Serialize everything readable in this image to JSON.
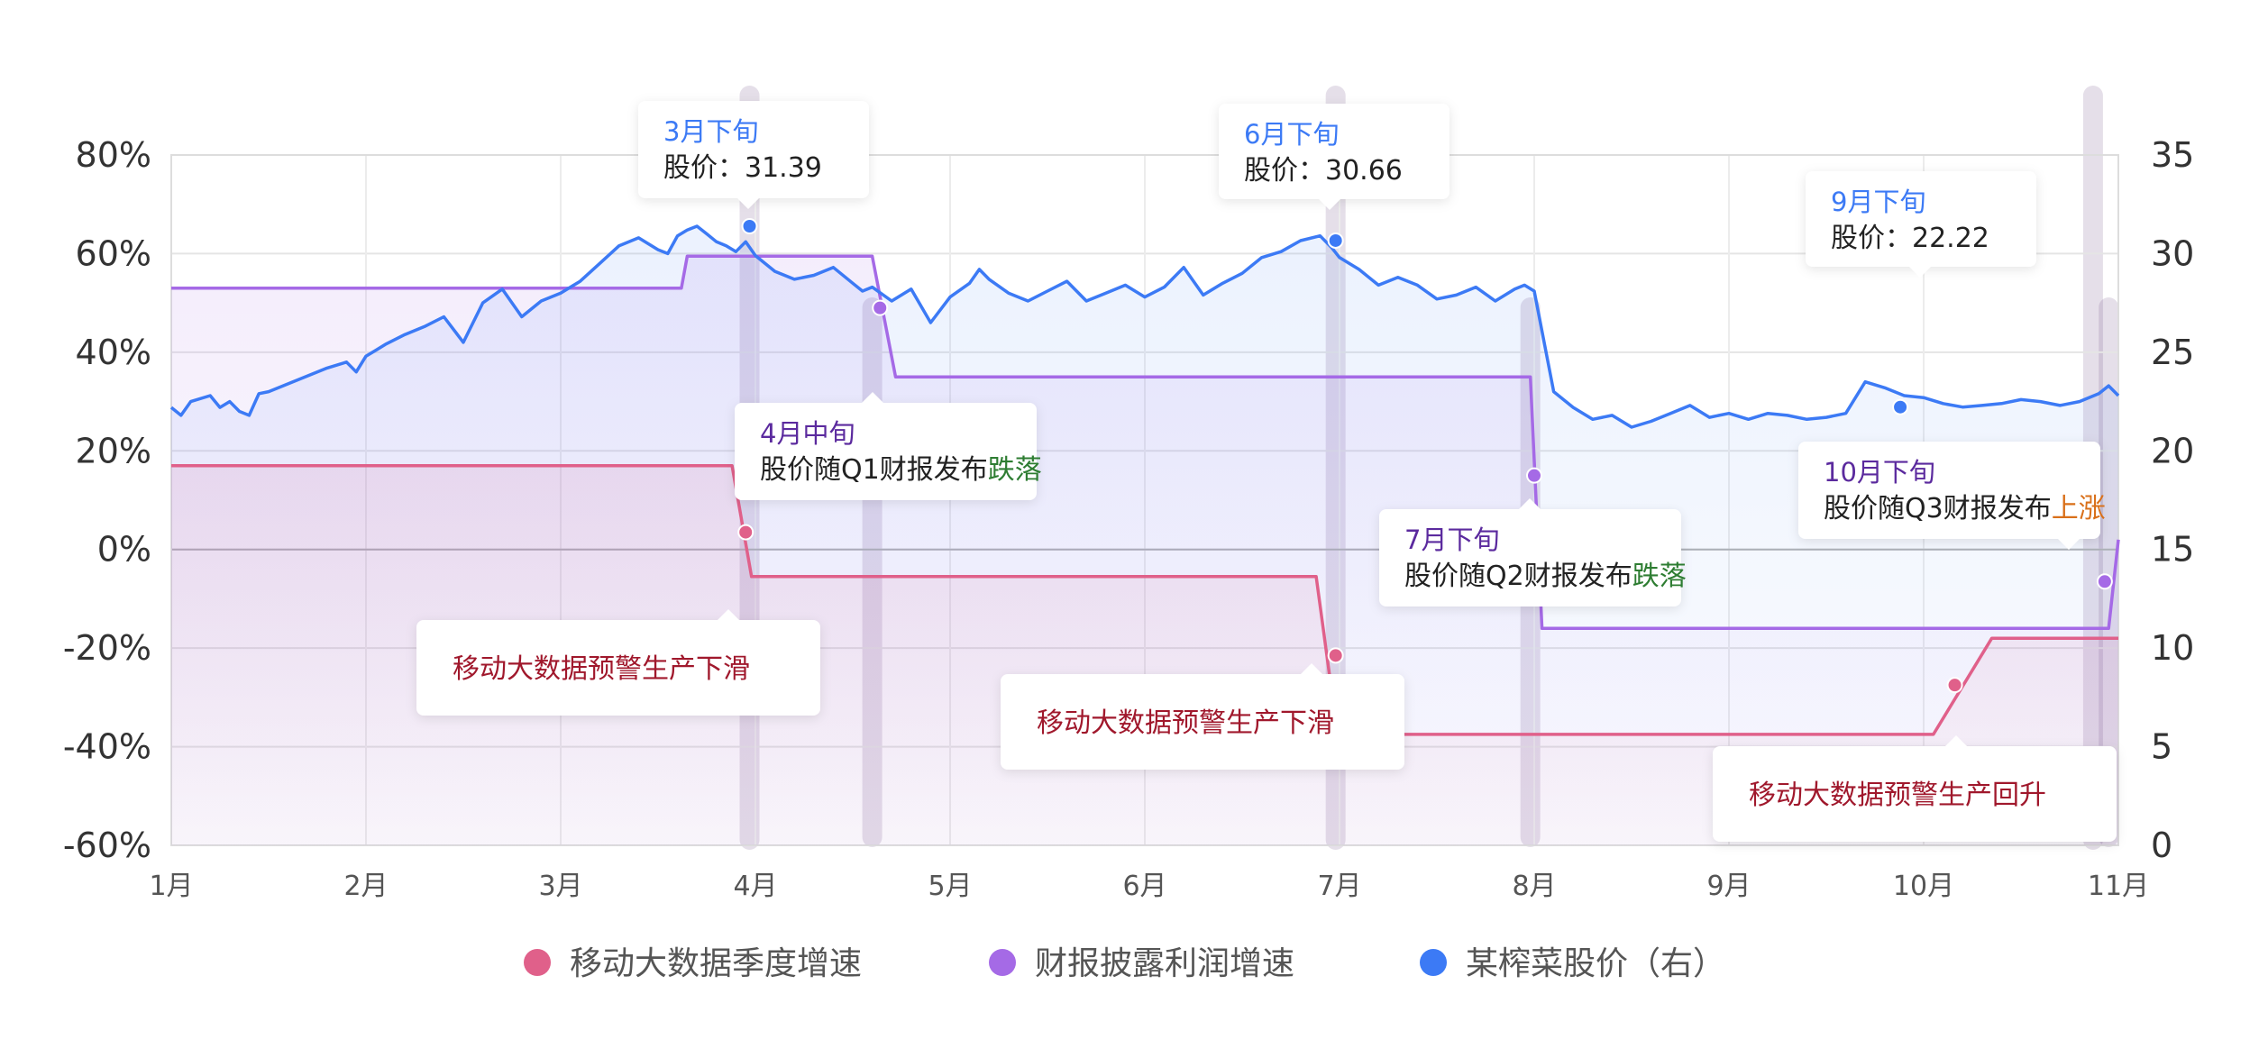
{
  "chart_data": {
    "type": "line",
    "x_ticks": [
      "1月",
      "2月",
      "3月",
      "4月",
      "5月",
      "6月",
      "7月",
      "8月",
      "9月",
      "10月",
      "11月"
    ],
    "y_left": {
      "ticks": [
        "80%",
        "60%",
        "40%",
        "20%",
        "0%",
        "-20%",
        "-40%",
        "-60%"
      ],
      "range": [
        -60,
        80
      ],
      "unit": "%"
    },
    "y_right": {
      "ticks": [
        "35",
        "30",
        "25",
        "20",
        "15",
        "10",
        "5",
        "0"
      ],
      "range": [
        0,
        35
      ]
    },
    "grid": true,
    "legend": {
      "position": "bottom",
      "items": [
        {
          "label": "移动大数据季度增速",
          "color": "#e0608a"
        },
        {
          "label": "财报披露利润增速",
          "color": "#a56ae6"
        },
        {
          "label": "某榨菜股价（右）",
          "color": "#3c7af5"
        }
      ]
    },
    "series": [
      {
        "name": "移动大数据季度增速",
        "axis": "left",
        "color": "#e0608a",
        "x": [
          0,
          2.88,
          2.98,
          5.88,
          5.99,
          9.05,
          9.35,
          10.0
        ],
        "y": [
          17,
          17,
          -5.5,
          -5.5,
          -37.5,
          -37.5,
          -18,
          -18
        ]
      },
      {
        "name": "财报披露利润增速",
        "axis": "left",
        "color": "#a56ae6",
        "x": [
          0,
          2.62,
          2.65,
          3.6,
          3.72,
          6.98,
          7.04,
          9.95,
          10.0
        ],
        "y": [
          53,
          53,
          59.5,
          59.5,
          35,
          35,
          -16,
          -16,
          2
        ]
      },
      {
        "name": "某榨菜股价（右）",
        "axis": "right",
        "color": "#3c7af5",
        "x": [
          0,
          0.05,
          0.1,
          0.2,
          0.25,
          0.3,
          0.35,
          0.4,
          0.45,
          0.5,
          0.55,
          0.6,
          0.7,
          0.8,
          0.9,
          0.95,
          1.0,
          1.05,
          1.1,
          1.2,
          1.3,
          1.4,
          1.5,
          1.6,
          1.7,
          1.8,
          1.9,
          2.0,
          2.1,
          2.2,
          2.3,
          2.4,
          2.5,
          2.55,
          2.6,
          2.65,
          2.7,
          2.75,
          2.8,
          2.85,
          2.9,
          2.95,
          3.0,
          3.1,
          3.2,
          3.3,
          3.4,
          3.5,
          3.55,
          3.6,
          3.7,
          3.8,
          3.9,
          4.0,
          4.1,
          4.15,
          4.2,
          4.3,
          4.4,
          4.5,
          4.6,
          4.7,
          4.8,
          4.9,
          5.0,
          5.1,
          5.2,
          5.3,
          5.4,
          5.5,
          5.6,
          5.7,
          5.8,
          5.9,
          5.96,
          6.0,
          6.1,
          6.2,
          6.3,
          6.4,
          6.5,
          6.6,
          6.7,
          6.8,
          6.9,
          6.95,
          7.0,
          7.1,
          7.2,
          7.3,
          7.4,
          7.5,
          7.6,
          7.7,
          7.8,
          7.9,
          8.0,
          8.1,
          8.2,
          8.3,
          8.4,
          8.5,
          8.6,
          8.7,
          8.8,
          8.9,
          9.0,
          9.1,
          9.2,
          9.3,
          9.4,
          9.5,
          9.6,
          9.7,
          9.8,
          9.9,
          9.95,
          10.0
        ],
        "y": [
          22.2,
          21.8,
          22.5,
          22.8,
          22.2,
          22.5,
          22.0,
          21.8,
          22.9,
          23.0,
          23.2,
          23.4,
          23.8,
          24.2,
          24.5,
          24.0,
          24.8,
          25.1,
          25.4,
          25.9,
          26.3,
          26.8,
          25.5,
          27.5,
          28.2,
          26.8,
          27.6,
          28.0,
          28.6,
          29.5,
          30.4,
          30.8,
          30.2,
          30.0,
          30.9,
          31.2,
          31.39,
          31.0,
          30.6,
          30.4,
          30.1,
          30.6,
          29.9,
          29.1,
          28.7,
          28.9,
          29.3,
          28.5,
          28.1,
          28.3,
          27.6,
          28.2,
          26.5,
          27.8,
          28.5,
          29.2,
          28.7,
          28.0,
          27.6,
          28.1,
          28.6,
          27.6,
          28.0,
          28.4,
          27.8,
          28.3,
          29.3,
          27.9,
          28.5,
          29.0,
          29.8,
          30.1,
          30.66,
          30.9,
          30.3,
          29.8,
          29.2,
          28.4,
          28.8,
          28.4,
          27.7,
          27.9,
          28.3,
          27.6,
          28.2,
          28.4,
          28.1,
          23.0,
          22.2,
          21.6,
          21.8,
          21.2,
          21.5,
          21.9,
          22.3,
          21.7,
          21.9,
          21.6,
          21.9,
          21.8,
          21.6,
          21.7,
          21.9,
          23.5,
          23.2,
          22.8,
          22.7,
          22.4,
          22.22,
          22.3,
          22.4,
          22.6,
          22.5,
          22.3,
          22.5,
          22.9,
          23.3,
          22.8
        ]
      }
    ],
    "highlight_bands": [
      2.97,
      3.6,
      5.98,
      6.98,
      9.87,
      9.95
    ],
    "point_markers": [
      {
        "series": 2,
        "x": 2.97,
        "y": 31.39
      },
      {
        "series": 2,
        "x": 5.98,
        "y": 30.66
      },
      {
        "series": 2,
        "x": 8.88,
        "y": 22.22
      },
      {
        "series": 1,
        "x": 3.64,
        "y": 49
      },
      {
        "series": 1,
        "x": 7.0,
        "y": 15
      },
      {
        "series": 1,
        "x": 9.93,
        "y": -6.5
      },
      {
        "series": 0,
        "x": 2.95,
        "y": 3.5
      },
      {
        "series": 0,
        "x": 5.98,
        "y": -21.5
      },
      {
        "series": 0,
        "x": 9.16,
        "y": -27.5
      }
    ],
    "annotations": {
      "a_price_mar": {
        "title": "3月下旬",
        "text": "股价：31.39"
      },
      "a_price_jun": {
        "title": "6月下旬",
        "text": "股价：30.66"
      },
      "a_price_sep": {
        "title": "9月下旬",
        "text": "股价：22.22"
      },
      "a_q1": {
        "title": "4月中旬",
        "text": "股价随Q1财报发布",
        "highlight": "跌落",
        "highlight_color": "#2e7d32"
      },
      "a_q2": {
        "title": "7月下旬",
        "text": "股价随Q2财报发布",
        "highlight": "跌落",
        "highlight_color": "#2e7d32"
      },
      "a_q3": {
        "title": "10月下旬",
        "text": "股价随Q3财报发布",
        "highlight": "上涨",
        "highlight_color": "#d9701a"
      },
      "a_drop1": {
        "text": "移动大数据预警生产下滑"
      },
      "a_drop2": {
        "text": "移动大数据预警生产下滑"
      },
      "a_rise": {
        "text": "移动大数据预警生产回升"
      }
    },
    "colors": {
      "price_title": "#3c7af5",
      "profit_title": "#5b2a9e",
      "mobile_text": "#a0182c"
    }
  }
}
